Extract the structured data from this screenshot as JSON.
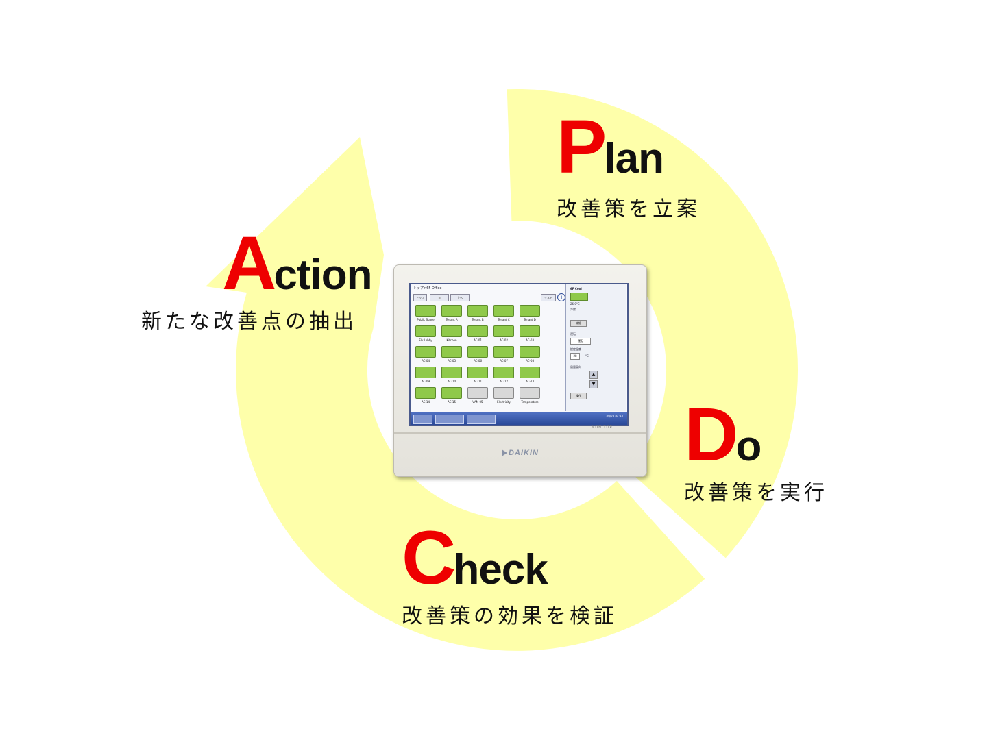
{
  "colors": {
    "ring": "#feffaa",
    "letter": "#ee0000",
    "text": "#111111"
  },
  "stages": {
    "plan": {
      "letter": "P",
      "rest": "lan",
      "caption": "改善策を立案"
    },
    "do": {
      "letter": "D",
      "rest": "o",
      "caption": "改善策を実行"
    },
    "check": {
      "letter": "C",
      "rest": "heck",
      "caption": "改善策の効果を検証"
    },
    "action": {
      "letter": "A",
      "rest": "ction",
      "caption": "新たな改善点の抽出"
    }
  },
  "device": {
    "brand": "DAIKIN",
    "monitor_label": "MONITOR",
    "screen": {
      "breadcrumb": "トップ>6F Office",
      "toolbar": {
        "top": "トップ",
        "up": "上へ",
        "list": "リスト"
      },
      "tiles": [
        "Public Space",
        "Tenant A",
        "Tenant B",
        "Tenant C",
        "Tenant D",
        "Elv Lobby",
        "Kitchen",
        "AC-01",
        "AC-02",
        "AC-03",
        "AC-04",
        "AC-05",
        "AC-06",
        "AC-07",
        "AC-08",
        "AC-09",
        "AC-10",
        "AC-11",
        "AC-12",
        "AC-13",
        "AC-14",
        "AC-15",
        "VAM-05",
        "Electricity",
        "Temperature"
      ],
      "side": {
        "title": "6F Cool",
        "temp": "26.0°C",
        "mode": "冷房",
        "btn1": "詳細",
        "section2": "運転",
        "state": "運転",
        "section3": "設定温度",
        "setpoint": "28",
        "unit": "°C",
        "section4": "風量風向",
        "btn2": "操作"
      },
      "clock": "09/28 04:34"
    }
  }
}
